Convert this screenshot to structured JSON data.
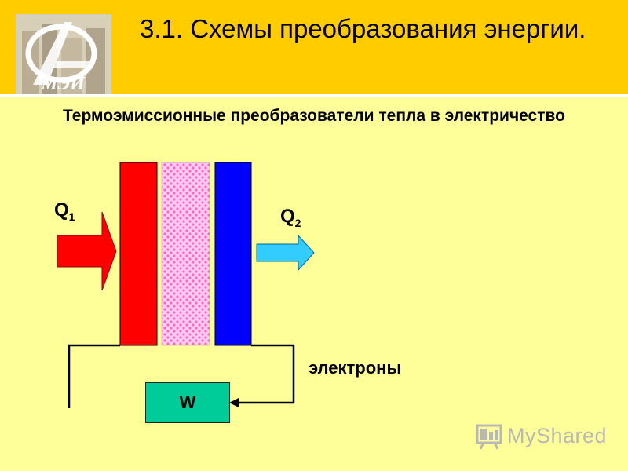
{
  "header": {
    "title": "3.1. Схемы преобразования энергии."
  },
  "logo": {
    "text": "МЭИ"
  },
  "diagram": {
    "subtitle": "Термоэмиссионные преобразователи тепла в электричество",
    "q1_main": "Q",
    "q1_sub": "1",
    "q2_main": "Q",
    "q2_sub": "2",
    "electrons_label": "электроны",
    "load_label": "W",
    "colors": {
      "hot_plate": "#ff0000",
      "gap": "#ff99cc",
      "cold_plate": "#0000ff",
      "heat_in_arrow": "#ff0000",
      "heat_out_arrow": "#33ccff",
      "load_box": "#00cc99"
    }
  },
  "watermark": {
    "text": "MyShared",
    "icon": "presentation-board-icon"
  }
}
